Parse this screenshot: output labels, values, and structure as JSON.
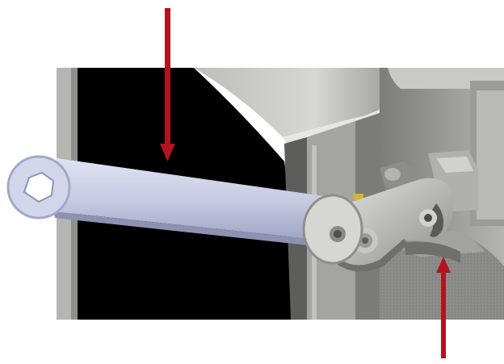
{
  "illustration": {
    "subject": "wrench-on-hinge-linkage",
    "colors": {
      "background": "#ffffff",
      "cavity": "#000000",
      "steel_light": "#d9d9d6",
      "steel_mid": "#a8a8a5",
      "steel_dark": "#6e6e6c",
      "wrench": "#c9cde4",
      "wrench_shadow": "#9ea3c2",
      "casting": "#8c8c8a",
      "arrow": "#b2141e",
      "accent_yellow": "#d8b42a"
    }
  },
  "arrows": [
    {
      "id": "arrow-down-wrench",
      "direction": "down",
      "points_to": "wrench-handle"
    },
    {
      "id": "arrow-up-latch",
      "direction": "up",
      "points_to": "latch-hook"
    }
  ]
}
